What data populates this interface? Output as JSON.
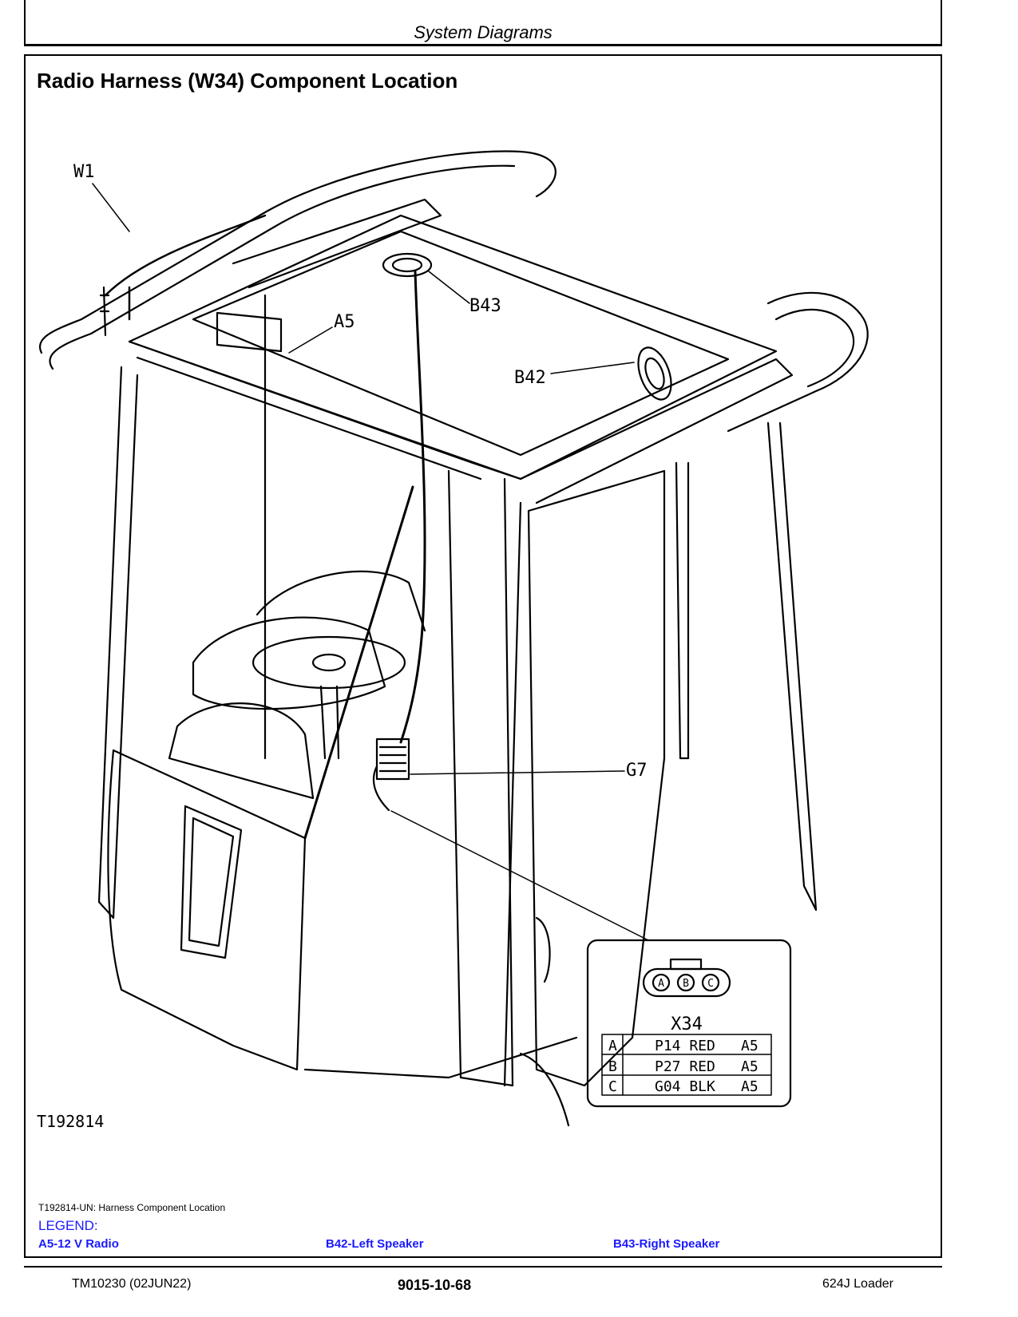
{
  "header": {
    "section_title": "System Diagrams"
  },
  "page_title": "Radio Harness (W34) Component Location",
  "callouts": {
    "w1": "W1",
    "a5": "A5",
    "b43": "B43",
    "b42": "B42",
    "g7": "G7"
  },
  "connector": {
    "name": "X34",
    "pins": [
      "A",
      "B",
      "C"
    ],
    "rows": [
      {
        "pin": "A",
        "circuit": "P14 RED",
        "dest": "A5"
      },
      {
        "pin": "B",
        "circuit": "P27 RED",
        "dest": "A5"
      },
      {
        "pin": "C",
        "circuit": "G04 BLK",
        "dest": "A5"
      }
    ]
  },
  "figure_id": "T192814",
  "caption": "T192814-UN: Harness Component Location",
  "legend": {
    "title": "LEGEND:",
    "items": [
      "A5-12 V Radio",
      "B42-Left Speaker",
      "B43-Right Speaker"
    ]
  },
  "footer": {
    "left": "TM10230 (02JUN22)",
    "center": "9015-10-68",
    "right": "624J Loader"
  }
}
